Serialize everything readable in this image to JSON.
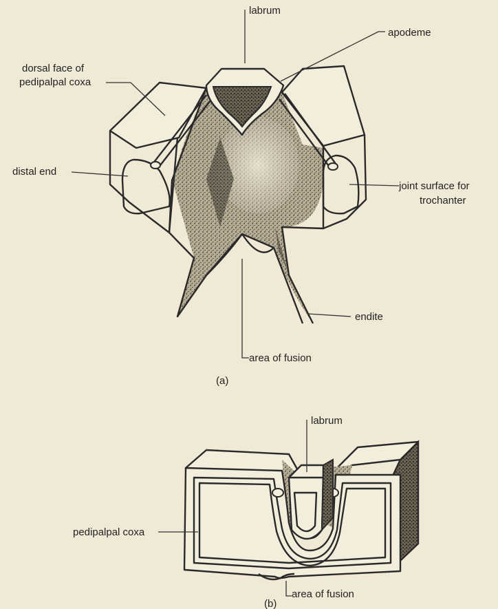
{
  "figure_a": {
    "labels": {
      "labrum": "labrum",
      "apodeme": "apodeme",
      "dorsal_face_line1": "dorsal face of",
      "dorsal_face_line2": "pedipalpal coxa",
      "distal_end": "distal end",
      "joint_surface_line1": "joint surface for",
      "joint_surface_line2": "trochanter",
      "endite": "endite",
      "area_of_fusion": "area of fusion"
    },
    "caption": "(a)"
  },
  "figure_b": {
    "labels": {
      "labrum": "labrum",
      "pedipalpal_coxa": "pedipalpal coxa",
      "area_of_fusion": "area of fusion"
    },
    "caption": "(b)"
  }
}
